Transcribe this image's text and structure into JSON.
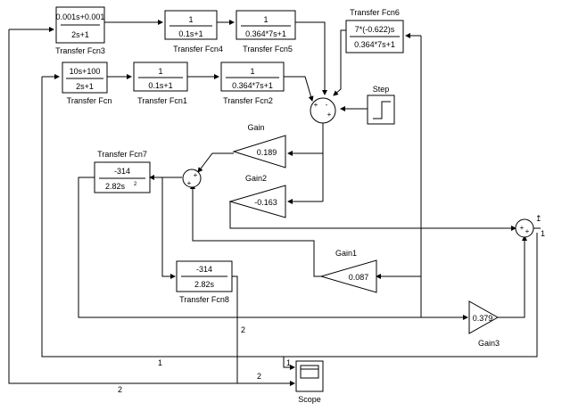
{
  "blocks": {
    "fcn3": {
      "name": "Transfer Fcn3",
      "num": "0.001s+0.001",
      "den": "2s+1"
    },
    "fcn4": {
      "name": "Transfer Fcn4",
      "num": "1",
      "den": "0.1s+1"
    },
    "fcn5": {
      "name": "Transfer Fcn5",
      "num": "1",
      "den": "0.364*7s+1"
    },
    "fcn6": {
      "name": "Transfer Fcn6",
      "num": "7*(-0.622)s",
      "den": "0.364*7s+1"
    },
    "fcn": {
      "name": "Transfer Fcn",
      "num": "10s+100",
      "den": "2s+1"
    },
    "fcn1": {
      "name": "Transfer Fcn1",
      "num": "1",
      "den": "0.1s+1"
    },
    "fcn2": {
      "name": "Transfer Fcn2",
      "num": "1",
      "den": "0.364*7s+1"
    },
    "step": {
      "name": "Step"
    },
    "gain": {
      "name": "Gain",
      "value": "0.189"
    },
    "gain2": {
      "name": "Gain2",
      "value": "-0.163"
    },
    "gain1": {
      "name": "Gain1",
      "value": "0.087"
    },
    "gain3": {
      "name": "Gain3",
      "value": "0.379"
    },
    "fcn7": {
      "name": "Transfer Fcn7",
      "num": "-314",
      "den": "2.82s",
      "den_sup": "2"
    },
    "fcn8": {
      "name": "Transfer Fcn8",
      "num": "-314",
      "den": "2.82s"
    },
    "scope": {
      "name": "Scope"
    }
  },
  "signs": {
    "sum_main": [
      "+",
      "-",
      "+"
    ],
    "sum_left": [
      "+",
      "+"
    ],
    "sum_right": [
      "+",
      "+"
    ]
  },
  "ports": {
    "out1": "1",
    "out1_wire": "1",
    "sig2_a": "2",
    "sig2_b": "2",
    "sig2_c": "2",
    "scope_in1": "1"
  }
}
